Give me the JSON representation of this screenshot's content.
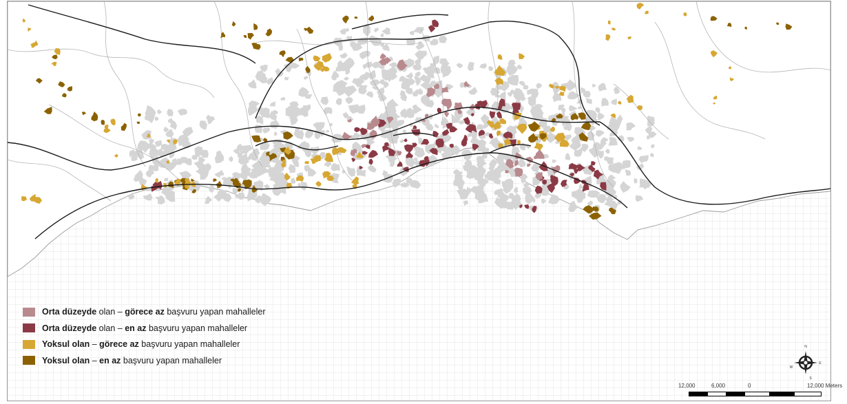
{
  "colors": {
    "mid_less": "#b88a8e",
    "mid_least": "#8b3a45",
    "poor_less": "#d7a733",
    "poor_least": "#8c6200",
    "urban": "#d5d5d5",
    "road": "#1a1a1a",
    "boundary": "#9a9a9a",
    "sea_grid": "#d9d9d9"
  },
  "legend": {
    "items": [
      {
        "color_key": "mid_less",
        "bold1": "Orta düzeyde",
        "t1": " olan – ",
        "bold2": "görece az",
        "t2": " başvuru yapan mahalleler"
      },
      {
        "color_key": "mid_least",
        "bold1": "Orta düzeyde",
        "t1": " olan – ",
        "bold2": "en az",
        "t2": " başvuru yapan mahalleler"
      },
      {
        "color_key": "poor_less",
        "bold1": "Yoksul olan",
        "t1": " – ",
        "bold2": "görece az",
        "t2": " başvuru yapan mahalleler"
      },
      {
        "color_key": "poor_least",
        "bold1": "Yoksul olan",
        "t1": " – ",
        "bold2": "en az",
        "t2": " başvuru yapan mahalleler"
      }
    ]
  },
  "north_arrow": {
    "n": "N",
    "e": "E",
    "s": "S",
    "w": "W"
  },
  "scale_bar": {
    "labels": [
      "12,000",
      "6,000",
      "0",
      "12,000 Meters"
    ]
  }
}
